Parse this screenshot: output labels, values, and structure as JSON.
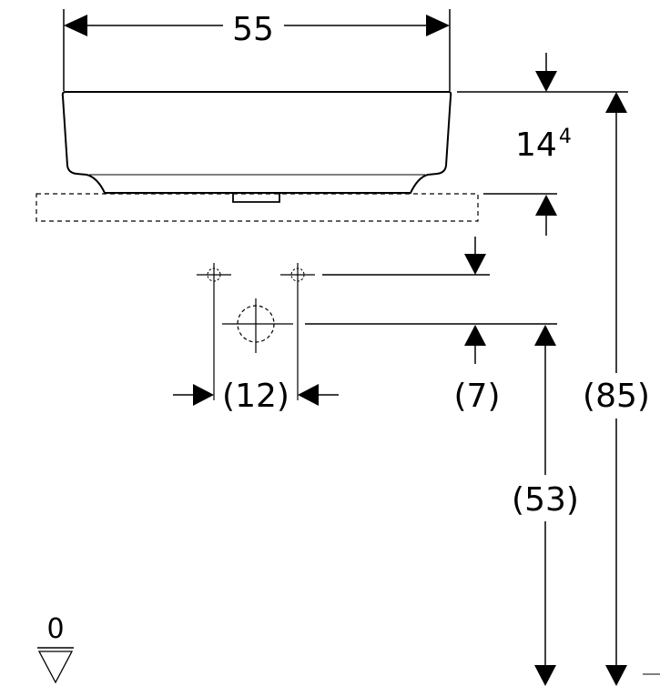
{
  "dimensions": {
    "width_top": "55",
    "bowl_height": "14",
    "bowl_height_sup": "4",
    "hole_spacing": "(12)",
    "drain_offset": "(7)",
    "drain_height": "(53)",
    "total_height": "(85)",
    "floor_level": "0"
  },
  "colors": {
    "line": "#000000",
    "background": "#ffffff"
  }
}
